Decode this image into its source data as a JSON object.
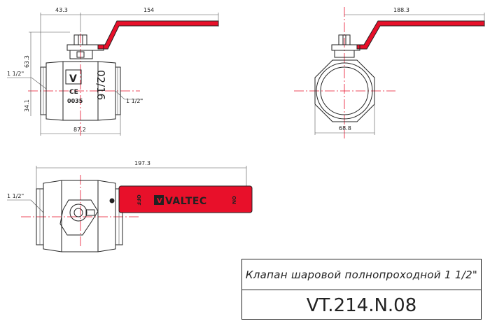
{
  "front_view": {
    "dim_top_left": "43.3",
    "dim_top_right": "154",
    "dim_height": "63.3",
    "dim_thread_left": "1 1/2\"",
    "dim_thread_right": "1 1/2\"",
    "dim_mid": "34.1",
    "dim_bottom": "87.2",
    "body_marking_pn": "02/16",
    "body_marking_ce": "CE",
    "body_marking_code": "0035",
    "body_logo": "V"
  },
  "side_view": {
    "dim_top": "188.3",
    "dim_bottom": "68.8"
  },
  "top_view": {
    "dim_top": "197.3",
    "dim_thread": "1 1/2\"",
    "handle_brand": "VALTEC",
    "handle_off": "OFF",
    "handle_on": "ON"
  },
  "title_block": {
    "name": "Клапан шаровой полнопроходной 1 1/2\"",
    "code": "VT.214.N.08"
  },
  "colors": {
    "handle": "#e8102a",
    "centerline": "#e8102a",
    "line": "#222222"
  }
}
